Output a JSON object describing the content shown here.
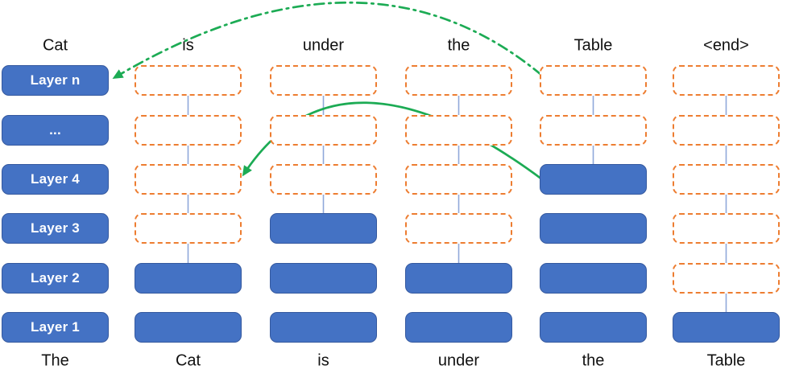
{
  "diagram": {
    "layers": [
      "Layer n",
      "...",
      "Layer 4",
      "Layer 3",
      "Layer 2",
      "Layer 1"
    ],
    "input_tokens": [
      "The",
      "Cat",
      "is",
      "under",
      "the",
      "Table"
    ],
    "output_tokens": [
      "Cat",
      "is",
      "under",
      "the",
      "Table",
      "<end>"
    ],
    "token_columns": [
      {
        "input": "Cat",
        "output": "is",
        "filled_layers_from_bottom": 2
      },
      {
        "input": "is",
        "output": "under",
        "filled_layers_from_bottom": 3
      },
      {
        "input": "under",
        "output": "the",
        "filled_layers_from_bottom": 2
      },
      {
        "input": "the",
        "output": "Table",
        "filled_layers_from_bottom": 4
      },
      {
        "input": "Table",
        "output": "<end>",
        "filled_layers_from_bottom": 1
      }
    ],
    "green_arrows": [
      {
        "id": "green-solid-arrow",
        "line_style": "solid",
        "from": {
          "column_input": "the",
          "layer": "Layer 4"
        },
        "to": {
          "column_input": "Cat",
          "layer": "Layer 4"
        }
      },
      {
        "id": "green-dashdot-arrow",
        "line_style": "dash-dot",
        "from": {
          "column_input": "the",
          "layer": "Layer n"
        },
        "to": {
          "target": "Layer n label box"
        }
      }
    ],
    "colors": {
      "box_blue": "#4472C4",
      "box_blue_border": "#35599F",
      "dashed_orange": "#ED7D31",
      "green": "#1CAB54",
      "arrow_line_blue": "#8FA8DA",
      "arrow_head_blue": "#4472C4",
      "label_text": "#111111",
      "layer_text": "#FFFFFF"
    }
  }
}
